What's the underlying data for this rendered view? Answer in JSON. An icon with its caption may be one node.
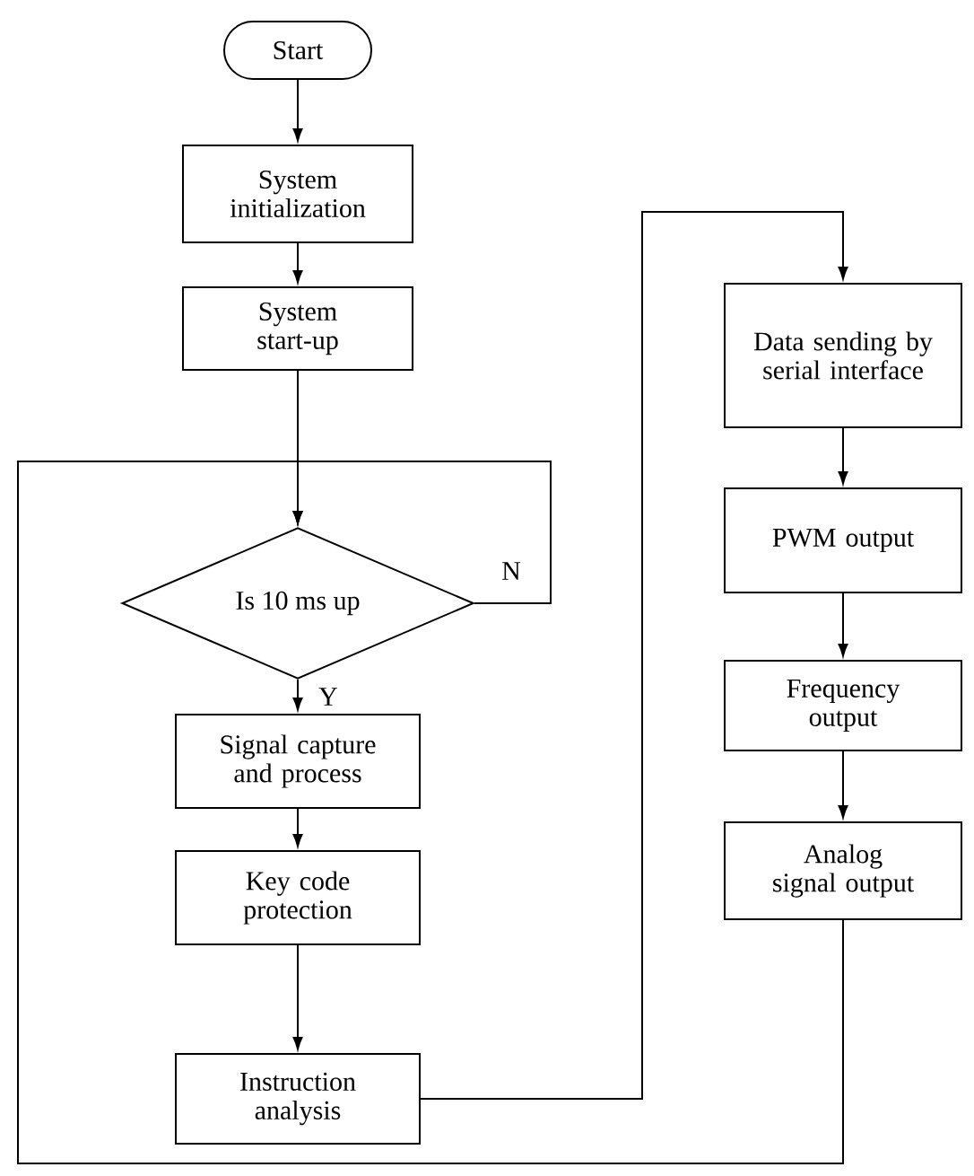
{
  "diagram": {
    "nodes": [
      {
        "text": [
          "Start"
        ]
      },
      {
        "text": [
          "System initialization"
        ]
      },
      {
        "text": [
          "System start-up"
        ]
      },
      {
        "text": [
          "Is 10 ms up"
        ]
      },
      {
        "text": [
          "Signal capture and process"
        ]
      },
      {
        "text": [
          "Key code protection"
        ]
      },
      {
        "text": [
          "Instruction analysis"
        ]
      },
      {
        "text": [
          "Data sending by serial interface"
        ]
      },
      {
        "text": [
          "PWM output"
        ]
      },
      {
        "text": [
          "Frequency output"
        ]
      },
      {
        "text": [
          "Analog signal output"
        ]
      }
    ],
    "edges": [
      {
        "from": 0,
        "to": 1,
        "arrow": "to"
      },
      {
        "from": 1,
        "to": 2,
        "arrow": "to"
      },
      {
        "from": 2,
        "to": 3,
        "arrow": "to"
      },
      {
        "from": 3,
        "to": 3,
        "arrow": "to",
        "label": "N"
      },
      {
        "from": 3,
        "to": 4,
        "arrow": "to",
        "label": "Y"
      },
      {
        "from": 4,
        "to": 5,
        "arrow": "to"
      },
      {
        "from": 5,
        "to": 6,
        "arrow": "to"
      },
      {
        "from": 6,
        "to": 7,
        "arrow": "to"
      },
      {
        "from": 7,
        "to": 8,
        "arrow": "to"
      },
      {
        "from": 8,
        "to": 9,
        "arrow": "to"
      },
      {
        "from": 9,
        "to": 10,
        "arrow": "to"
      },
      {
        "from": 10,
        "to": 3,
        "arrow": "to"
      }
    ]
  }
}
